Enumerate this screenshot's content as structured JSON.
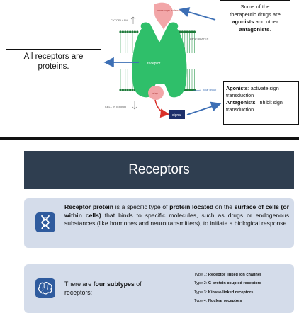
{
  "diagram": {
    "cytoplasm_label": "CYTOPLASM",
    "cell_interior_label": "CELL INTERIOR",
    "lipid_bilayer_label": "LIPID BILAYER",
    "messenger_label": "messenger molecule",
    "receptor_label": "receptor",
    "relay_label": "relay",
    "polar_group_label": "polar group",
    "signal_label": "signal"
  },
  "callouts": {
    "top_right": {
      "line1": "Some of the",
      "line2": "therapeutic drugs are",
      "line3_bold1": "agonists",
      "line3_mid": " and other",
      "line4_bold": "antagonists",
      "line4_end": "."
    },
    "left": "All receptors are proteins.",
    "bottom_right": {
      "agonists_term": "Agonists",
      "agonists_text": ": activate sign transduction",
      "antagonists_term": "Antagonists",
      "antagonists_text": ": Inhibit sign transduction"
    }
  },
  "slide": {
    "title": "Receptors",
    "definition": {
      "bold1": "Receptor protein",
      "t1": " is a specific type of ",
      "bold2": "protein located",
      "t2": " on the ",
      "bold3": "surface of cells (or within cells)",
      "t3": " that binds to specific molecules, such as drugs or endogenous substances (like hormones and neurotransmitters), to initiate a biological response."
    },
    "subtypes": {
      "t1": "There are ",
      "bold": "four subtypes",
      "t2": " of receptors:",
      "list": [
        {
          "prefix": "Type 1: ",
          "name": "Receptor linked ion channel"
        },
        {
          "prefix": "Type 2: ",
          "name": "G protein coupled receptors"
        },
        {
          "prefix": "Type 3: ",
          "name": "Kinase-linked receptors"
        },
        {
          "prefix": "Type 4: ",
          "name": "Nuclear receptors"
        }
      ]
    }
  },
  "colors": {
    "receptor_green": "#2fbf6a",
    "header_navy": "#2f3e50",
    "card_bg": "#d4dcea",
    "arrow_blue": "#3d6fb5",
    "arrow_red": "#d9302a",
    "messenger_pink": "#f2a6a8",
    "signal_navy": "#1c2f6b"
  },
  "icons": [
    "dna-icon",
    "brain-icon"
  ]
}
